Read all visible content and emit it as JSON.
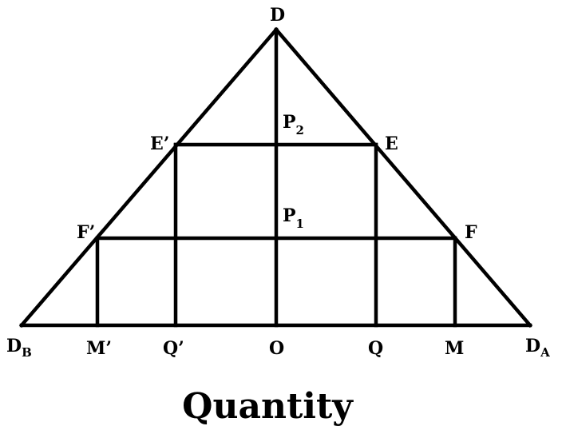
{
  "labels": {
    "apex": "D",
    "left_base": {
      "main": "D",
      "sub": "B"
    },
    "right_base": {
      "main": "D",
      "sub": "A"
    },
    "e_prime": "E’",
    "e": "E",
    "f_prime": "F’",
    "f": "F",
    "p2": {
      "main": "P",
      "sub": "2"
    },
    "p1": {
      "main": "P",
      "sub": "1"
    },
    "m_prime": "M’",
    "q_prime": "Q’",
    "origin": "O",
    "q": "Q",
    "m": "M"
  },
  "caption": "Quantity",
  "colors": {
    "stroke": "#000000",
    "background": "#ffffff"
  }
}
